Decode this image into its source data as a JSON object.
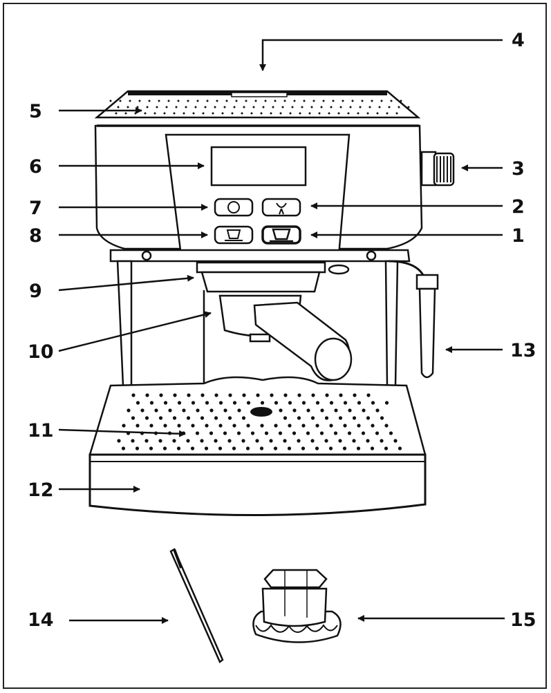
{
  "callouts": [
    {
      "id": "1",
      "text": "1"
    },
    {
      "id": "2",
      "text": "2"
    },
    {
      "id": "3",
      "text": "3"
    },
    {
      "id": "4",
      "text": "4"
    },
    {
      "id": "5",
      "text": "5"
    },
    {
      "id": "6",
      "text": "6"
    },
    {
      "id": "7",
      "text": "7"
    },
    {
      "id": "8",
      "text": "8"
    },
    {
      "id": "9",
      "text": "9"
    },
    {
      "id": "10",
      "text": "10"
    },
    {
      "id": "11",
      "text": "11"
    },
    {
      "id": "12",
      "text": "12"
    },
    {
      "id": "13",
      "text": "13"
    },
    {
      "id": "14",
      "text": "14"
    },
    {
      "id": "15",
      "text": "15"
    }
  ],
  "colors": {
    "ink": "#111111",
    "paper": "#ffffff"
  }
}
